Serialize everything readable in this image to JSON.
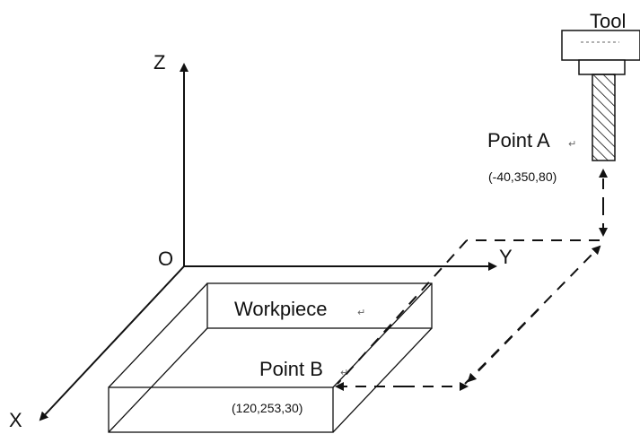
{
  "labels": {
    "axis_z": "Z",
    "axis_y": "Y",
    "axis_x": "X",
    "origin": "O",
    "tool": "Tool",
    "point_a": "Point A",
    "point_a_coords": "(-40,350,80)",
    "point_b": "Point B",
    "point_b_coords": "(120,253,30)",
    "workpiece": "Workpiece"
  },
  "return_mark": "↵"
}
